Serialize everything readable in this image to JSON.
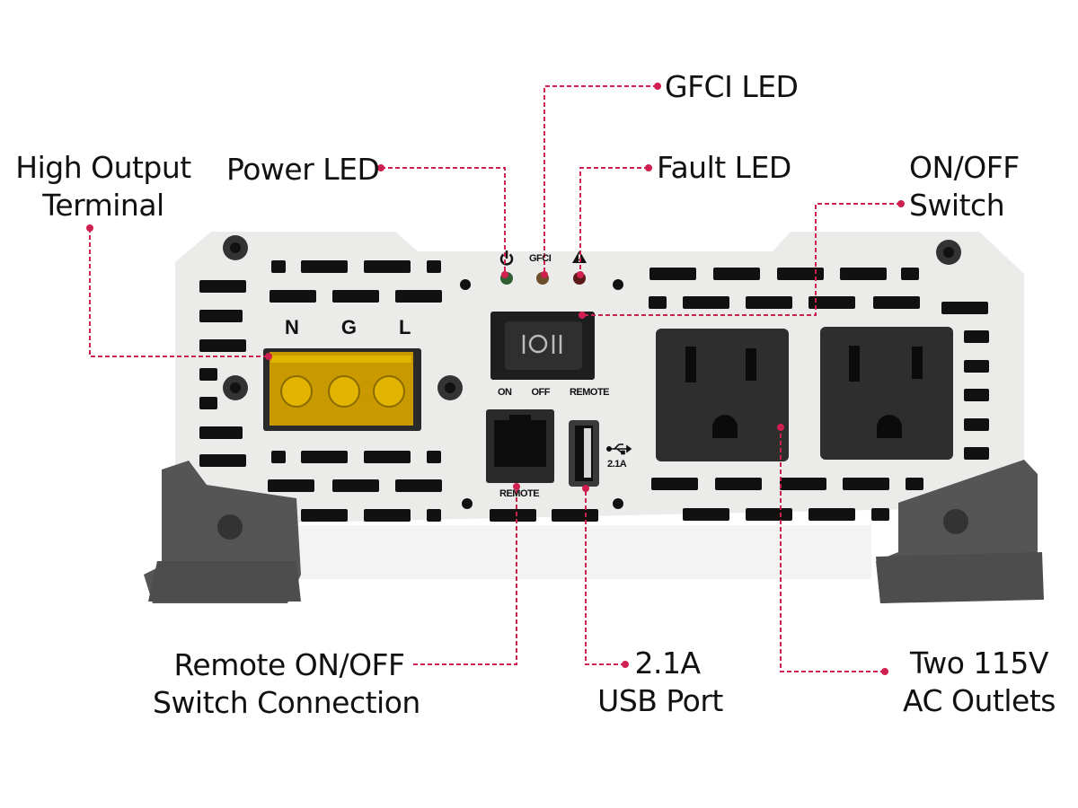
{
  "callouts": {
    "high_output_terminal": {
      "line1": "High Output",
      "line2": "Terminal"
    },
    "power_led": "Power LED",
    "gfci_led": "GFCI LED",
    "fault_led": "Fault LED",
    "on_off_switch": {
      "line1": "ON/OFF",
      "line2": "Switch"
    },
    "remote_connection": {
      "line1": "Remote ON/OFF",
      "line2": "Switch Connection"
    },
    "usb_port": {
      "line1": "2.1A",
      "line2": "USB Port"
    },
    "ac_outlets": {
      "line1": "Two 115V",
      "line2": "AC Outlets"
    }
  },
  "device": {
    "terminal_labels": [
      "N",
      "G",
      "L"
    ],
    "led_labels": {
      "gfci": "GFCI"
    },
    "switch_positions": [
      "ON",
      "OFF",
      "REMOTE"
    ],
    "switch_symbols": "I O II",
    "remote_jack_label": "REMOTE",
    "usb_rating": "2.1A"
  },
  "colors": {
    "accent": "#d0204f",
    "body": "#ebebea",
    "dark": "#2e2e2e",
    "terminal": "#d9a800"
  }
}
